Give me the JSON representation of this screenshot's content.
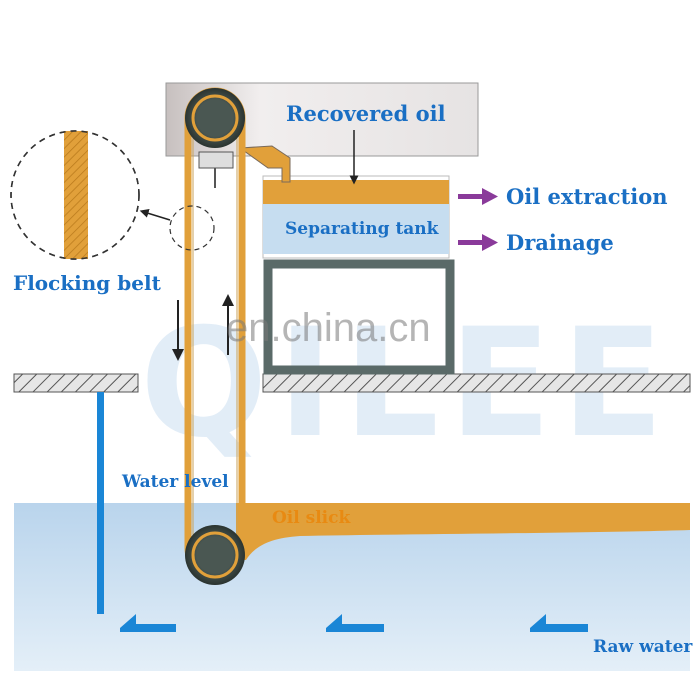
{
  "labels": {
    "recovered_oil": "Recovered oil",
    "oil_extraction": "Oil extraction",
    "separating_tank": "Separating tank",
    "drainage": "Drainage",
    "flocking_belt": "Flocking belt",
    "water_level": "Water level",
    "oil_slick": "Oil slick",
    "raw_water": "Raw water"
  },
  "watermark": "en.china.cn",
  "background_logo": "QILEE",
  "colors": {
    "oil": "#e1a03a",
    "water": "#c6ddf0",
    "label_blue": "#1a6fc4",
    "arrow_purple": "#8a3a9a",
    "flow_arrow_blue": "#1a86d6",
    "housing_gray": "#d8d3d2",
    "pulley_dark": "#3d4a44"
  }
}
